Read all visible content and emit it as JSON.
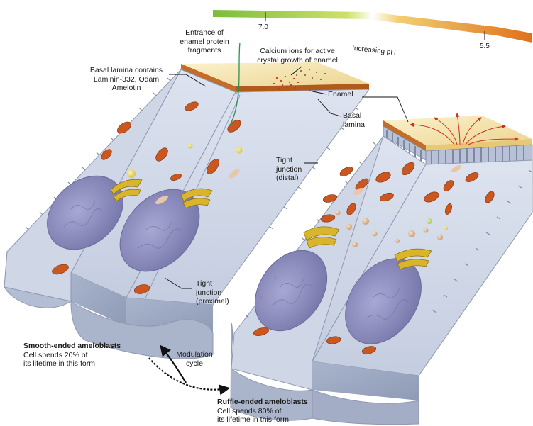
{
  "ph_bar": {
    "tick_a": "7.0",
    "tick_b": "5.5",
    "caption": "Increasing pH",
    "colors": [
      "#7bbd3a",
      "#f0dc7a",
      "#e07a1e"
    ]
  },
  "labels": {
    "entrance": [
      "Entrance of",
      "enamel protein",
      "fragments"
    ],
    "calcium": [
      "Calcium ions for active",
      "crystal growth of enamel"
    ],
    "basal_lamina_contains": [
      "Basal lamina contains",
      "Laminin-332, Odam",
      "Amelotin"
    ],
    "enamel": "Enamel",
    "basal_lamina": [
      "Basal",
      "lamina"
    ],
    "tight_distal": [
      "Tight",
      "junction",
      "(distal)"
    ],
    "tight_proximal": [
      "Tight",
      "junction",
      "(proximal)"
    ],
    "modulation": [
      "Modulation",
      "cycle"
    ]
  },
  "smooth": {
    "title": "Smooth-ended ameloblasts",
    "desc": [
      "Cell spends 20% of",
      "its lifetime in this form"
    ]
  },
  "ruffle": {
    "title": "Ruffle-ended ameloblasts",
    "desc": [
      "Cell spends 80% of",
      "its lifetime in this form"
    ]
  },
  "colors": {
    "cell_body": "#c9d1e2",
    "nucleus": "#8e8fbf",
    "mitochondria": "#c9571f",
    "golgi": "#d9b52c",
    "enamel": "#f3e3b0"
  }
}
